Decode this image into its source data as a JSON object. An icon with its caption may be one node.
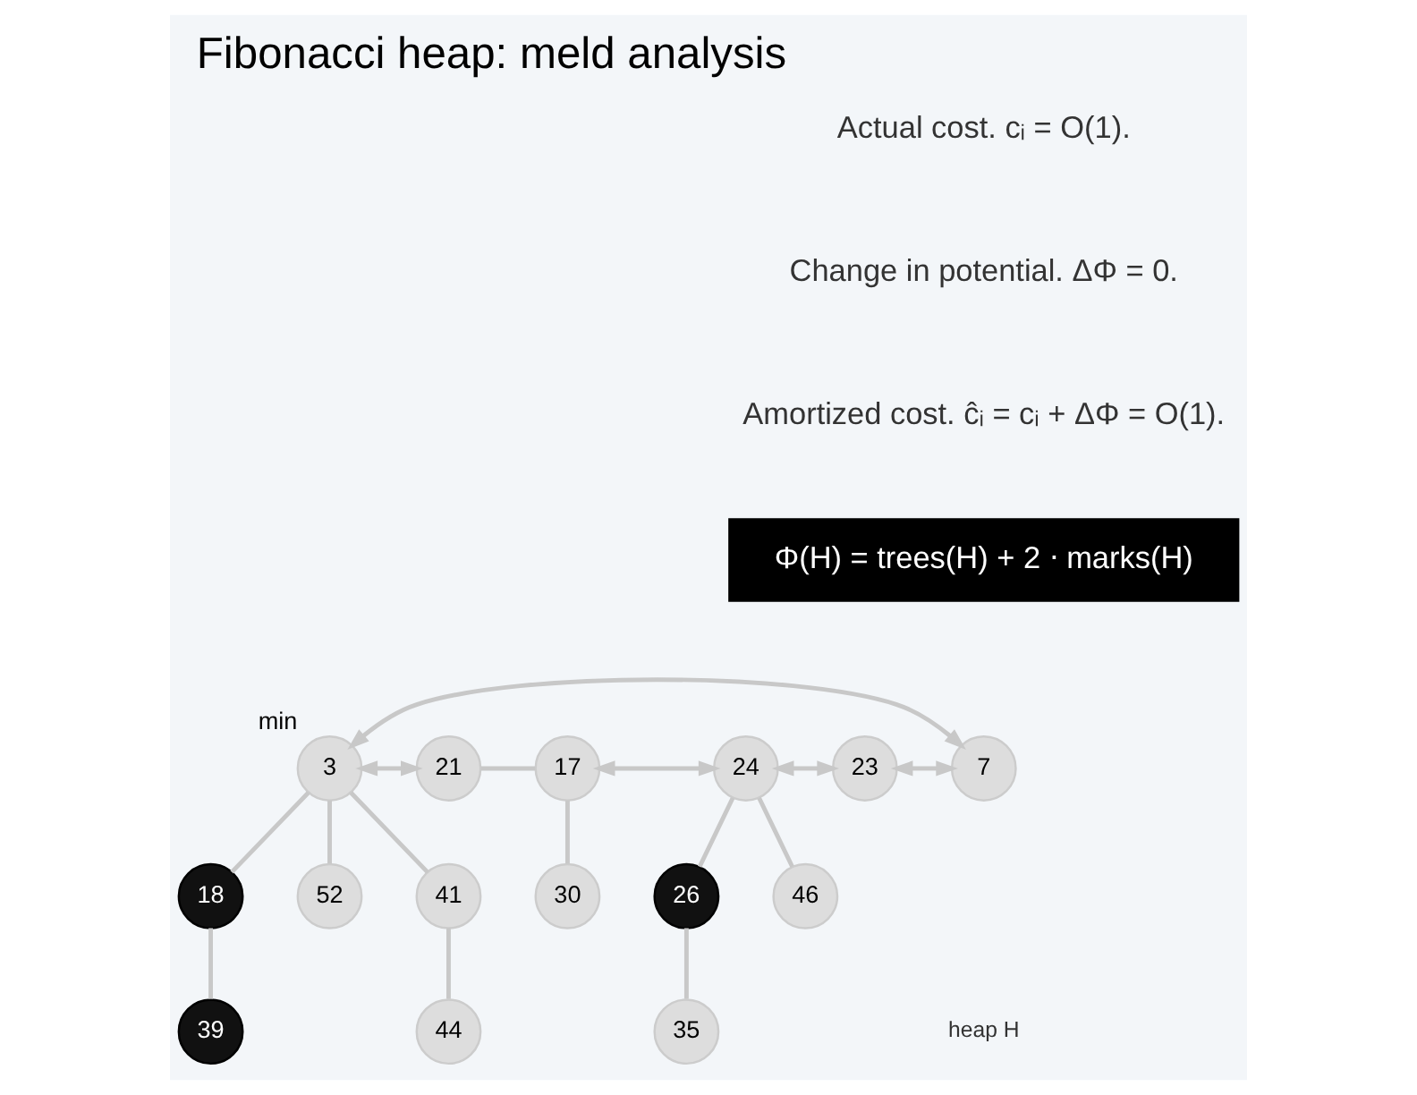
{
  "diagram": {
    "title": "Fibonacci heap: meld analysis",
    "nodes": [
      {
        "text": [
          "Φ(H) = trees(H) + 2 ⋅ marks(H)"
        ]
      },
      {
        "text": [
          "17"
        ]
      },
      {
        "text": [
          "30"
        ]
      },
      {
        "text": [
          "24"
        ]
      },
      {
        "text": [
          "26"
        ]
      },
      {
        "text": [
          "35"
        ]
      },
      {
        "text": [
          "46"
        ]
      },
      {
        "text": [
          "23"
        ]
      },
      {
        "text": [
          "7"
        ]
      },
      {
        "text": [
          "3"
        ],
        "beside": [
          "min"
        ]
      },
      {
        "text": [
          "18"
        ]
      },
      {
        "text": [
          "39"
        ]
      },
      {
        "text": [
          "52"
        ]
      },
      {
        "text": [
          "41"
        ]
      },
      {
        "text": [
          "44"
        ]
      },
      {
        "text": [
          "21"
        ]
      }
    ],
    "edges": [
      {
        "from": 1,
        "to": 3,
        "arrow": "both"
      },
      {
        "from": 3,
        "to": 7,
        "arrow": "both"
      },
      {
        "from": 7,
        "to": 8,
        "arrow": "both"
      },
      {
        "from": 8,
        "to": 9,
        "arrow": "both"
      },
      {
        "from": 9,
        "to": 15,
        "arrow": "both"
      },
      {
        "from": 15,
        "to": 1,
        "arrow": "none"
      },
      {
        "from": 1,
        "to": 2,
        "arrow": "none"
      },
      {
        "from": 3,
        "to": 4,
        "arrow": "none"
      },
      {
        "from": 4,
        "to": 5,
        "arrow": "none"
      },
      {
        "from": 3,
        "to": 6,
        "arrow": "none"
      },
      {
        "from": 9,
        "to": 10,
        "arrow": "none"
      },
      {
        "from": 10,
        "to": 11,
        "arrow": "none"
      },
      {
        "from": 9,
        "to": 12,
        "arrow": "none"
      },
      {
        "from": 9,
        "to": 13,
        "arrow": "none"
      },
      {
        "from": 13,
        "to": 14,
        "arrow": "none"
      }
    ],
    "labels": [
      "Actual cost. cᵢ = O(1).",
      "Change in potential. ΔΦ = 0.",
      "Amortized cost. ĉᵢ = cᵢ + ΔΦ = O(1).",
      "heap H"
    ]
  }
}
